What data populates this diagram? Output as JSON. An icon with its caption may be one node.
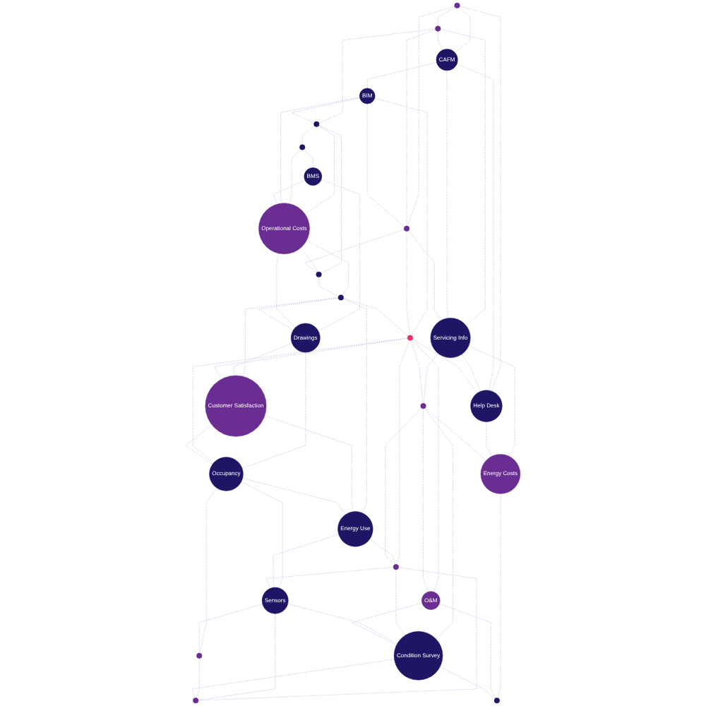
{
  "diagram": {
    "nodes": [
      {
        "text": [],
        "shape": "circle"
      },
      {
        "text": [],
        "shape": "circle"
      },
      {
        "text": [],
        "shape": "circle"
      },
      {
        "text": [],
        "shape": "circle"
      },
      {
        "text": [
          "CAFM"
        ]
      },
      {
        "text": [
          "BIM"
        ]
      },
      {
        "text": [
          "BMS"
        ]
      },
      {
        "text": [
          "Operational Costs"
        ]
      },
      {
        "text": [],
        "shape": "circle"
      },
      {
        "text": [],
        "shape": "circle"
      },
      {
        "text": [
          "Servicing Info"
        ]
      },
      {
        "text": [],
        "shape": "circle"
      },
      {
        "text": [
          "Drawings"
        ]
      },
      {
        "text": [],
        "shape": "circle"
      },
      {
        "text": [
          "Customer Satisfaction"
        ]
      },
      {
        "text": [
          "Help Desk"
        ]
      },
      {
        "text": [
          "Occupancy"
        ]
      },
      {
        "text": [
          "Energy Use"
        ]
      },
      {
        "text": [],
        "shape": "circle"
      },
      {
        "text": [],
        "shape": "circle"
      },
      {
        "text": [
          "Energy Costs"
        ]
      },
      {
        "text": [
          "Sensors"
        ]
      },
      {
        "text": [
          "O&M"
        ]
      },
      {
        "text": [],
        "shape": "circle"
      },
      {
        "text": [
          "Condition Survey"
        ]
      },
      {
        "text": [],
        "shape": "circle"
      },
      {
        "text": [],
        "shape": "circle"
      }
    ],
    "edges": [
      {
        "from": 0,
        "to": 1,
        "arrow": "none",
        "style": "dashed"
      },
      {
        "from": 0,
        "to": 4,
        "arrow": "none",
        "style": "dashed"
      },
      {
        "from": 0,
        "to": 15,
        "arrow": "none",
        "style": "dashed"
      },
      {
        "from": 0,
        "to": 8,
        "arrow": "none",
        "style": "dashed"
      },
      {
        "from": 1,
        "to": 4,
        "arrow": "none",
        "style": "dashed"
      },
      {
        "from": 1,
        "to": 8,
        "arrow": "none",
        "style": "dashed"
      },
      {
        "from": 1,
        "to": 2,
        "arrow": "none",
        "style": "dashed"
      },
      {
        "from": 1,
        "to": 10,
        "arrow": "none",
        "style": "dashed"
      },
      {
        "from": 2,
        "to": 3,
        "arrow": "none",
        "style": "dashed"
      },
      {
        "from": 2,
        "to": 7,
        "arrow": "none",
        "style": "dashed"
      },
      {
        "from": 2,
        "to": 9,
        "arrow": "none",
        "style": "dashed"
      },
      {
        "from": 3,
        "to": 6,
        "arrow": "none",
        "style": "dashed"
      },
      {
        "from": 3,
        "to": 7,
        "arrow": "none",
        "style": "dashed"
      },
      {
        "from": 4,
        "to": 5,
        "arrow": "none",
        "style": "dashed"
      },
      {
        "from": 4,
        "to": 10,
        "arrow": "none",
        "style": "dashed"
      },
      {
        "from": 4,
        "to": 15,
        "arrow": "none",
        "style": "dashed"
      },
      {
        "from": 5,
        "to": 2,
        "arrow": "none",
        "style": "dashed"
      },
      {
        "from": 5,
        "to": 8,
        "arrow": "none",
        "style": "dashed"
      },
      {
        "from": 5,
        "to": 7,
        "arrow": "none",
        "style": "dashed"
      },
      {
        "from": 5,
        "to": 13,
        "arrow": "none",
        "style": "dashed"
      },
      {
        "from": 6,
        "to": 7,
        "arrow": "none",
        "style": "dashed"
      },
      {
        "from": 6,
        "to": 12,
        "arrow": "none",
        "style": "dashed"
      },
      {
        "from": 7,
        "to": 9,
        "arrow": "none",
        "style": "dashed"
      },
      {
        "from": 7,
        "to": 11,
        "arrow": "none",
        "style": "dashed"
      },
      {
        "from": 7,
        "to": 12,
        "arrow": "none",
        "style": "dashed"
      },
      {
        "from": 8,
        "to": 9,
        "arrow": "none",
        "style": "dashed"
      },
      {
        "from": 8,
        "to": 10,
        "arrow": "none",
        "style": "dashed"
      },
      {
        "from": 8,
        "to": 13,
        "arrow": "none",
        "style": "dashed"
      },
      {
        "from": 9,
        "to": 11,
        "arrow": "none",
        "style": "dashed"
      },
      {
        "from": 10,
        "to": 15,
        "arrow": "none",
        "style": "dashed"
      },
      {
        "from": 10,
        "to": 20,
        "arrow": "none",
        "style": "dashed"
      },
      {
        "from": 10,
        "to": 18,
        "arrow": "none",
        "style": "dashed"
      },
      {
        "from": 11,
        "to": 12,
        "arrow": "none",
        "style": "dashed"
      },
      {
        "from": 11,
        "to": 14,
        "arrow": "none",
        "style": "dashed"
      },
      {
        "from": 11,
        "to": 17,
        "arrow": "none",
        "style": "dashed"
      },
      {
        "from": 11,
        "to": 13,
        "arrow": "none",
        "style": "dashed"
      },
      {
        "from": 12,
        "to": 14,
        "arrow": "none",
        "style": "dashed"
      },
      {
        "from": 12,
        "to": 16,
        "arrow": "none",
        "style": "dashed"
      },
      {
        "from": 13,
        "to": 15,
        "arrow": "none",
        "style": "dashed"
      },
      {
        "from": 13,
        "to": 14,
        "arrow": "none",
        "style": "dashed"
      },
      {
        "from": 13,
        "to": 18,
        "arrow": "none",
        "style": "dashed"
      },
      {
        "from": 13,
        "to": 19,
        "arrow": "none",
        "style": "dashed"
      },
      {
        "from": 13,
        "to": 22,
        "arrow": "none",
        "style": "dashed"
      },
      {
        "from": 13,
        "to": 16,
        "arrow": "none",
        "style": "dashed"
      },
      {
        "from": 14,
        "to": 16,
        "arrow": "none",
        "style": "dashed"
      },
      {
        "from": 14,
        "to": 17,
        "arrow": "none",
        "style": "dashed"
      },
      {
        "from": 15,
        "to": 20,
        "arrow": "none",
        "style": "dashed"
      },
      {
        "from": 16,
        "to": 17,
        "arrow": "none",
        "style": "dashed"
      },
      {
        "from": 16,
        "to": 21,
        "arrow": "none",
        "style": "dashed"
      },
      {
        "from": 16,
        "to": 23,
        "arrow": "none",
        "style": "dashed"
      },
      {
        "from": 17,
        "to": 19,
        "arrow": "none",
        "style": "dashed"
      },
      {
        "from": 17,
        "to": 21,
        "arrow": "none",
        "style": "dashed"
      },
      {
        "from": 18,
        "to": 20,
        "arrow": "none",
        "style": "dashed"
      },
      {
        "from": 18,
        "to": 19,
        "arrow": "none",
        "style": "dashed"
      },
      {
        "from": 18,
        "to": 22,
        "arrow": "none",
        "style": "dashed"
      },
      {
        "from": 18,
        "to": 24,
        "arrow": "none",
        "style": "dashed"
      },
      {
        "from": 19,
        "to": 21,
        "arrow": "none",
        "style": "dashed"
      },
      {
        "from": 19,
        "to": 24,
        "arrow": "none",
        "style": "dashed"
      },
      {
        "from": 19,
        "to": 26,
        "arrow": "none",
        "style": "dashed"
      },
      {
        "from": 20,
        "to": 25,
        "arrow": "none",
        "style": "dashed"
      },
      {
        "from": 21,
        "to": 23,
        "arrow": "none",
        "style": "dashed"
      },
      {
        "from": 21,
        "to": 24,
        "arrow": "none",
        "style": "dashed"
      },
      {
        "from": 21,
        "to": 26,
        "arrow": "none",
        "style": "dashed"
      },
      {
        "from": 22,
        "to": 24,
        "arrow": "none",
        "style": "dashed"
      },
      {
        "from": 22,
        "to": 25,
        "arrow": "none",
        "style": "dashed"
      },
      {
        "from": 23,
        "to": 26,
        "arrow": "none",
        "style": "dashed"
      },
      {
        "from": 24,
        "to": 25,
        "arrow": "none",
        "style": "dashed"
      },
      {
        "from": 24,
        "to": 26,
        "arrow": "none",
        "style": "dashed"
      }
    ]
  }
}
